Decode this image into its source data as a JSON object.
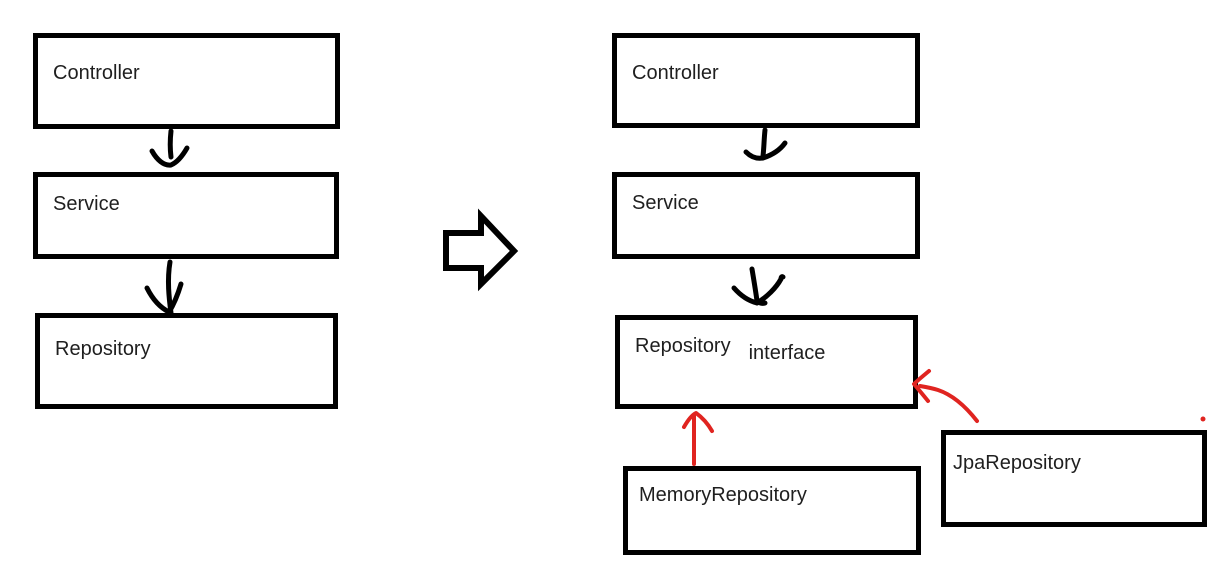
{
  "colors": {
    "ink": "#000000",
    "red": "#e02420",
    "background": "#ffffff",
    "text": "#1f1f1f"
  },
  "left_diagram": {
    "controller_label": "Controller",
    "service_label": "Service",
    "repository_label": "Repository"
  },
  "right_diagram": {
    "controller_label": "Controller",
    "service_label": "Service",
    "repository_label": "Repository",
    "repository_type_label": "interface",
    "memory_repository_label": "MemoryRepository",
    "jpa_repository_label": "JpaRepository"
  },
  "icons": {
    "transform_arrow": "block-arrow-right-icon",
    "flow_arrow": "hand-drawn-down-arrow-icon",
    "implements_arrow": "red-implements-arrow-icon"
  }
}
